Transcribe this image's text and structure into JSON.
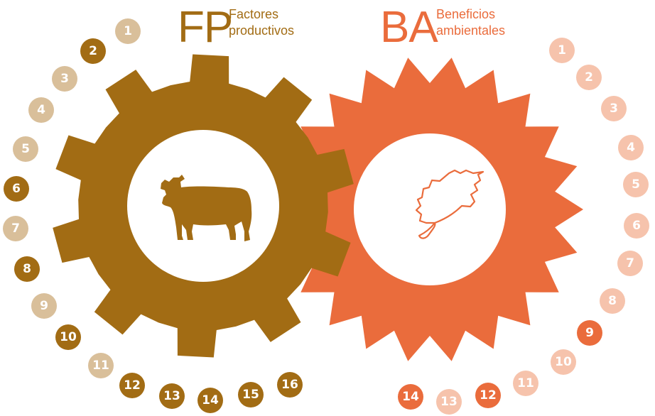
{
  "fp": {
    "abbr": "FP",
    "label_line1": "Factores",
    "label_line2": "productivos",
    "color": "#A26C14",
    "light_color": "#D9BF9A",
    "center_icon": "cow-icon",
    "numbers": [
      {
        "n": "1",
        "active": false
      },
      {
        "n": "2",
        "active": true
      },
      {
        "n": "3",
        "active": false
      },
      {
        "n": "4",
        "active": false
      },
      {
        "n": "5",
        "active": false
      },
      {
        "n": "6",
        "active": true
      },
      {
        "n": "7",
        "active": false
      },
      {
        "n": "8",
        "active": true
      },
      {
        "n": "9",
        "active": false
      },
      {
        "n": "10",
        "active": true
      },
      {
        "n": "11",
        "active": false
      },
      {
        "n": "12",
        "active": true
      },
      {
        "n": "13",
        "active": true
      },
      {
        "n": "14",
        "active": true
      },
      {
        "n": "15",
        "active": true
      },
      {
        "n": "16",
        "active": true
      }
    ]
  },
  "ba": {
    "abbr": "BA",
    "label_line1": "Beneficios",
    "label_line2": "ambientales",
    "color": "#EA6C3C",
    "light_color": "#F6C3AC",
    "center_icon": "leaf-icon",
    "numbers": [
      {
        "n": "1",
        "active": false
      },
      {
        "n": "2",
        "active": false
      },
      {
        "n": "3",
        "active": false
      },
      {
        "n": "4",
        "active": false
      },
      {
        "n": "5",
        "active": false
      },
      {
        "n": "6",
        "active": false
      },
      {
        "n": "7",
        "active": false
      },
      {
        "n": "8",
        "active": false
      },
      {
        "n": "9",
        "active": true
      },
      {
        "n": "10",
        "active": false
      },
      {
        "n": "11",
        "active": false
      },
      {
        "n": "12",
        "active": true
      },
      {
        "n": "13",
        "active": false
      },
      {
        "n": "14",
        "active": true
      }
    ]
  }
}
